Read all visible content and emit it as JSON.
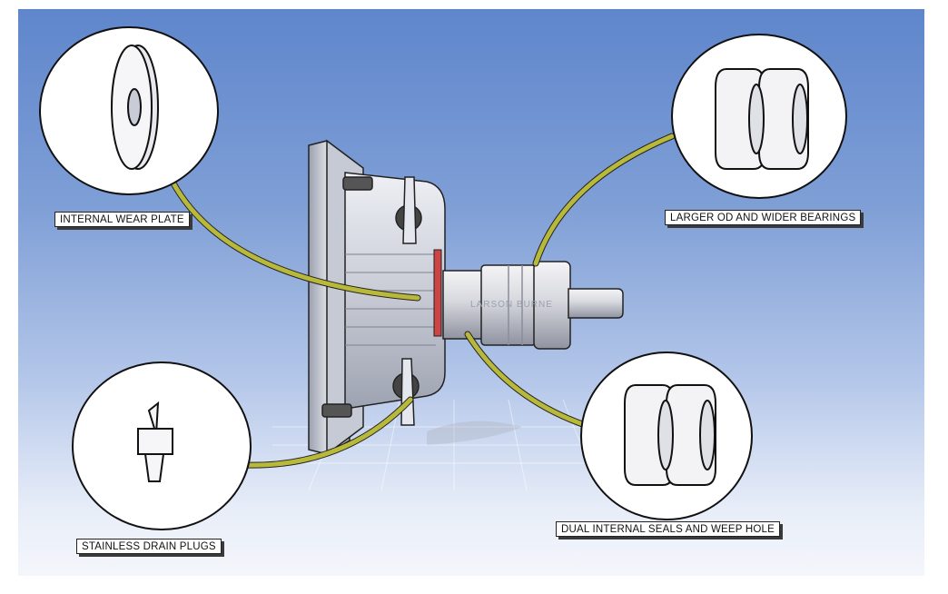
{
  "callouts": {
    "wear_plate": "INTERNAL WEAR PLATE",
    "bearings": "LARGER OD AND WIDER BEARINGS",
    "drain_plugs": "STAINLESS DRAIN PLUGS",
    "seals": "DUAL INTERNAL SEALS AND WEEP HOLE"
  },
  "shaft_engraving": "LARSON BURNE",
  "colors": {
    "background_top": "#5f86cc",
    "background_bottom": "#f4f6fb",
    "leader_line": "#b8b83a",
    "metal": "#d8dbe3"
  },
  "icons": [
    "wear-plate-icon",
    "bearing-icon",
    "drain-plug-icon",
    "seal-icon",
    "bearing-housing-assembly"
  ]
}
